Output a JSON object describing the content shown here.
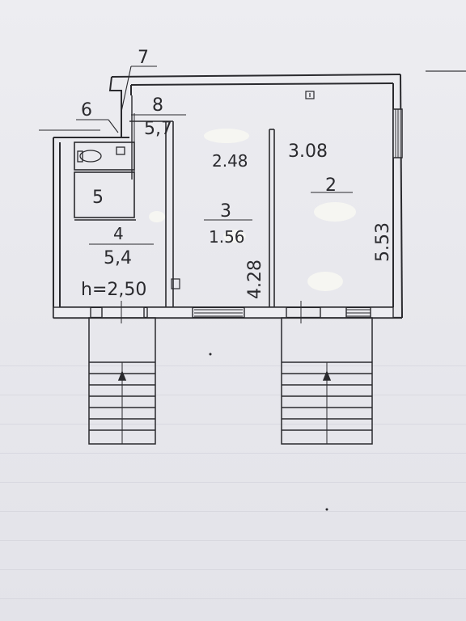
{
  "plan": {
    "corner_labels": {
      "top_seven": "7",
      "left_six": "6",
      "room_eight_number": "8",
      "room_eight_area": "5,7"
    },
    "rooms": [
      {
        "number": "5",
        "area": ""
      },
      {
        "number": "4",
        "area": "5,4"
      },
      {
        "number": "3",
        "area": "1.56"
      },
      {
        "number": "2",
        "area": ""
      }
    ],
    "dimensions": {
      "top_middle": "2.48",
      "top_right": "3.08",
      "partition_height": "4.28",
      "right_side": "5.53"
    },
    "ceiling_height": "h=2,50",
    "colors": {
      "ink": "#2a2a2e",
      "paper": "#ececf0"
    },
    "icons": [
      "toilet-icon",
      "sink-icon",
      "socket-icon",
      "stairs-icon"
    ]
  }
}
